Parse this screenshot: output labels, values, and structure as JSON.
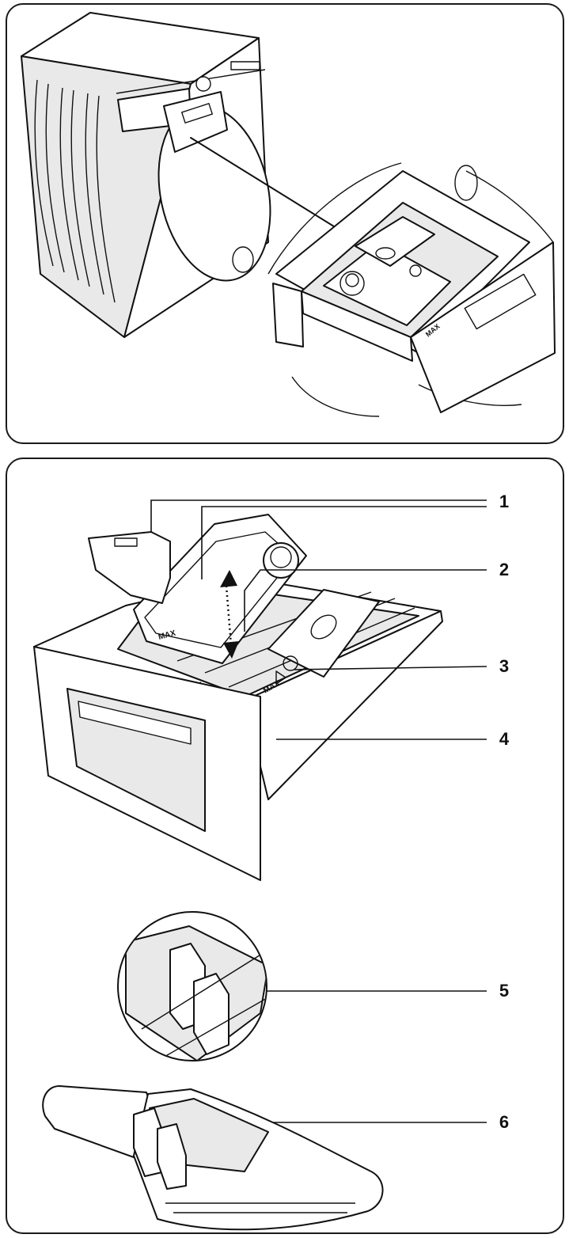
{
  "callouts": [
    {
      "id": "1",
      "label": "1"
    },
    {
      "id": "2",
      "label": "2"
    },
    {
      "id": "3",
      "label": "3"
    },
    {
      "id": "4",
      "label": "4"
    },
    {
      "id": "5",
      "label": "5"
    },
    {
      "id": "6",
      "label": "6"
    }
  ],
  "markings": {
    "max_tank": "MAX",
    "max_compartment": "MAX",
    "insert_mark": "MAX"
  },
  "colors": {
    "line": "#111111",
    "background": "#ffffff",
    "shade": "#e9e9e9"
  }
}
